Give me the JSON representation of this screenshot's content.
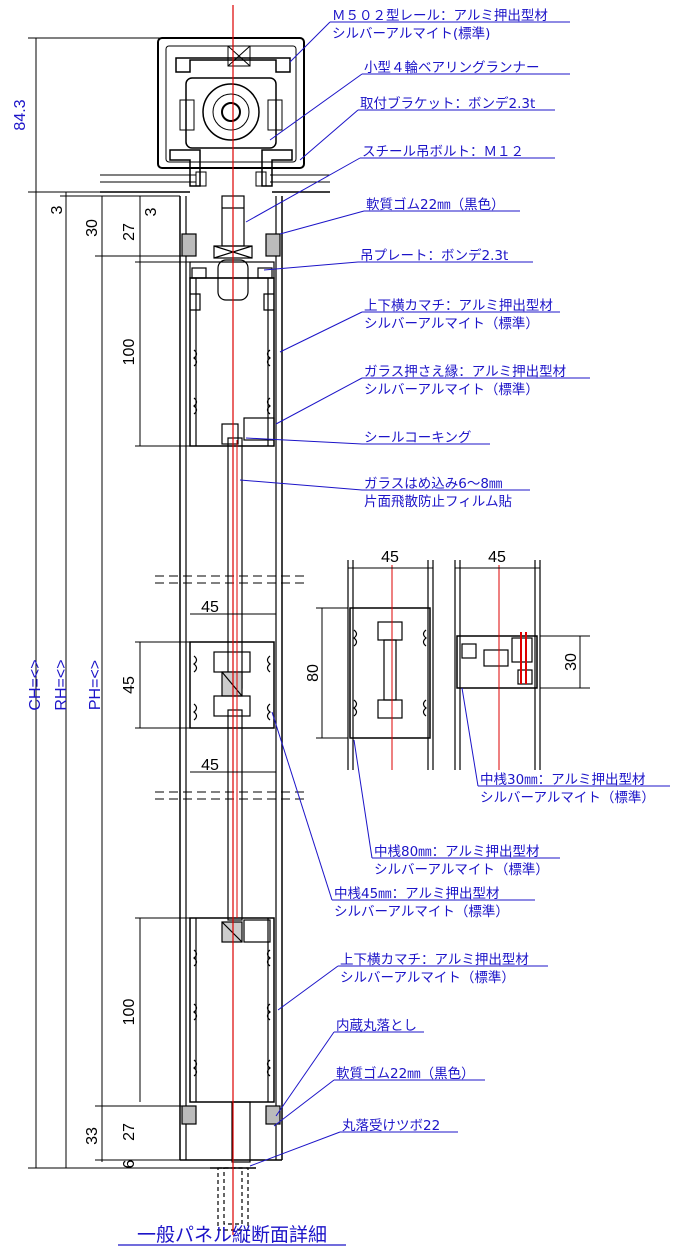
{
  "title": "一般パネル縦断面詳細",
  "labels": [
    {
      "line1": "Ｍ５０２型レール：アルミ押出型材",
      "line2": "シルバーアルマイト(標準)"
    },
    {
      "line1": "小型４輪ベアリングランナー"
    },
    {
      "line1": "取付ブラケット：ボンデ2.3t"
    },
    {
      "line1": "スチール吊ボルト：Ｍ１２"
    },
    {
      "line1": "軟質ゴム22㎜（黒色）"
    },
    {
      "line1": "吊プレート：ボンデ2.3t"
    },
    {
      "line1": "上下横カマチ：アルミ押出型材",
      "line2": "シルバーアルマイト（標準）"
    },
    {
      "line1": "ガラス押さえ縁：アルミ押出型材",
      "line2": "シルバーアルマイト（標準）"
    },
    {
      "line1": "シールコーキング"
    },
    {
      "line1": "ガラスはめ込み6～8㎜",
      "line2": "片面飛散防止フィルム貼"
    },
    {
      "line1": "中桟30㎜：アルミ押出型材",
      "line2": "シルバーアルマイト（標準）"
    },
    {
      "line1": "中桟80㎜：アルミ押出型材",
      "line2": "シルバーアルマイト（標準）"
    },
    {
      "line1": "中桟45㎜：アルミ押出型材",
      "line2": "シルバーアルマイト（標準）"
    },
    {
      "line1": "上下横カマチ：アルミ押出型材",
      "line2": "シルバーアルマイト（標準）"
    },
    {
      "line1": "内蔵丸落とし"
    },
    {
      "line1": "軟質ゴム22㎜（黒色）"
    },
    {
      "line1": "丸落受けツボ22"
    }
  ],
  "dimensions": {
    "rail_height": "84.3",
    "gap_top": "3",
    "d30": "30",
    "d27_top": "27",
    "d3": "3",
    "d100_top": "100",
    "d45_mid": "45",
    "d45_width_mid": "45",
    "d45_width_low": "45",
    "d100_bottom": "100",
    "d33": "33",
    "d27_bottom": "27",
    "d6": "6",
    "ch": "CH=<>",
    "rh": "RH=<>",
    "ph": "PH=<>",
    "detail80_width": "45",
    "detail80_height": "80",
    "detail30_width": "45",
    "detail30_height": "30"
  }
}
